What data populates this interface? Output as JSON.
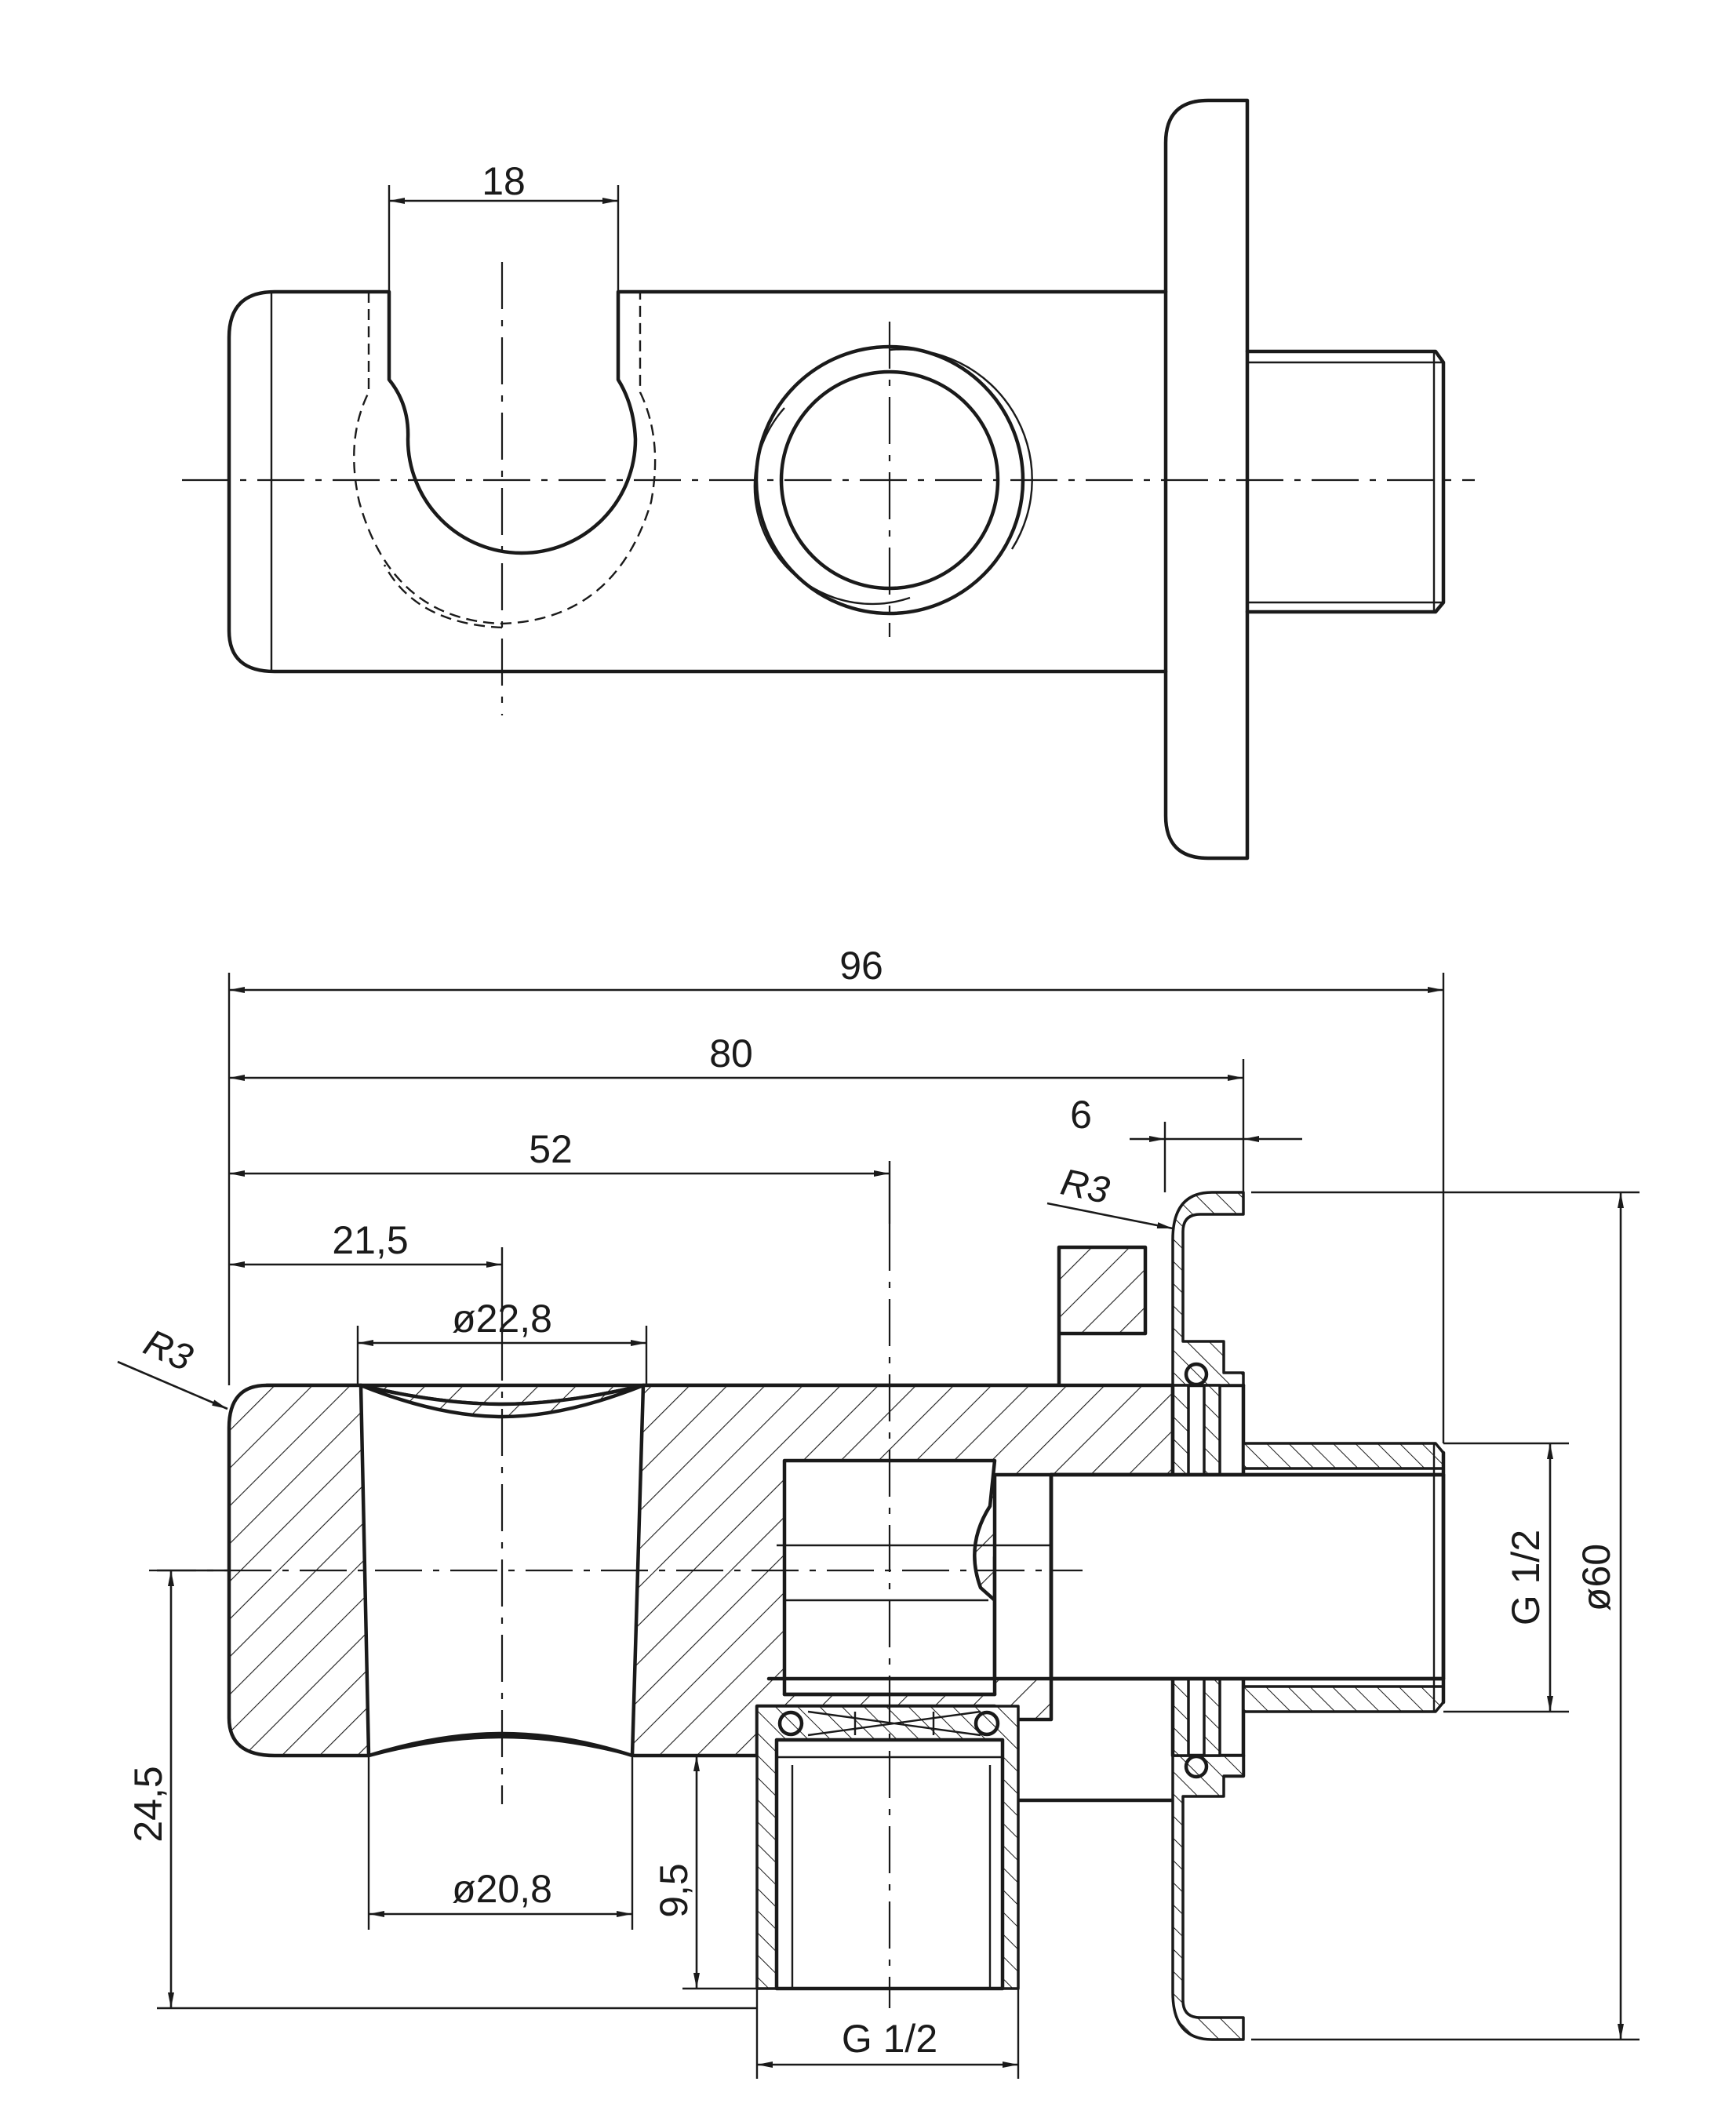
{
  "top_view": {
    "dim_slot_width": "18"
  },
  "section_view": {
    "dim_overall_length": "96",
    "dim_body_length": "80",
    "dim_flange_thickness": "6",
    "dim_radius_flange": "R3",
    "dim_center_offset": "52",
    "dim_hole_center": "21,5",
    "dim_radius_body": "R3",
    "dim_bore_top": "ø22,8",
    "dim_bore_bottom": "ø20,8",
    "dim_height_center": "24,5",
    "dim_outlet_depth": "9,5",
    "dim_outlet_thread": "G 1/2",
    "dim_inlet_thread": "G 1/2",
    "dim_flange_diameter": "ø60"
  }
}
